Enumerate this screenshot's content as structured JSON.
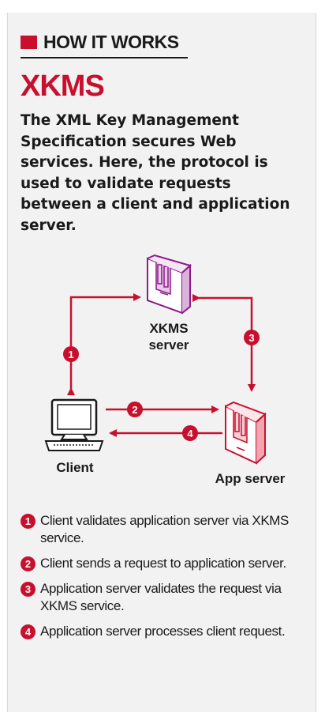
{
  "kicker": "HOW IT WORKS",
  "title": "XKMS",
  "intro": "The XML Key Management Specification secures Web services. Here, the protocol is used to validate requests between a client and application server.",
  "colors": {
    "accent": "#c8102e",
    "xkms_server": "#8b1a8b",
    "text": "#1a1a1a",
    "panel": "#f2f2f2"
  },
  "diagram": {
    "xkms_label_line1": "XKMS",
    "xkms_label_line2": "server",
    "client_label": "Client",
    "app_label": "App server",
    "step_markers": [
      "1",
      "2",
      "3",
      "4"
    ]
  },
  "steps": [
    {
      "number": "1",
      "text": "Client validates application server via XKMS service."
    },
    {
      "number": "2",
      "text": "Client sends a request to application server."
    },
    {
      "number": "3",
      "text": "Application server validates the request via XKMS service."
    },
    {
      "number": "4",
      "text": "Application server processes client request."
    }
  ]
}
